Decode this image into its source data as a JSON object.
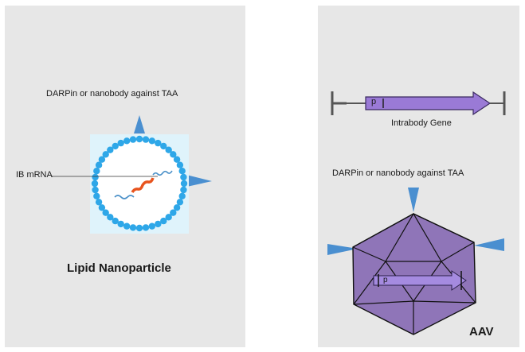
{
  "left_panel": {
    "targeting_label": "DARPin or nanobody against TAA",
    "mrna_label": "IB mRNA",
    "title": "Lipid Nanoparticle"
  },
  "right_panel": {
    "gene_label": "Intrabody Gene",
    "promoter_label": "p",
    "targeting_label": "DARPin or nanobody against TAA",
    "title": "AAV"
  },
  "colors": {
    "panel_bg": "#e7e7e7",
    "lipid_bead": "#2ea7e8",
    "particle_core": "#dff3fb",
    "mrna_strand": "#4a90c8",
    "mrna_highlight": "#e8541e",
    "ligand_triangle": "#4a8fd0",
    "gene_arrow": "#9a7ad6",
    "capsid_fill": "#8f75b8"
  },
  "icons": [
    "lipid-nanoparticle-icon",
    "aav-capsid-icon",
    "gene-cassette-icon",
    "ligand-triangle-icon"
  ]
}
